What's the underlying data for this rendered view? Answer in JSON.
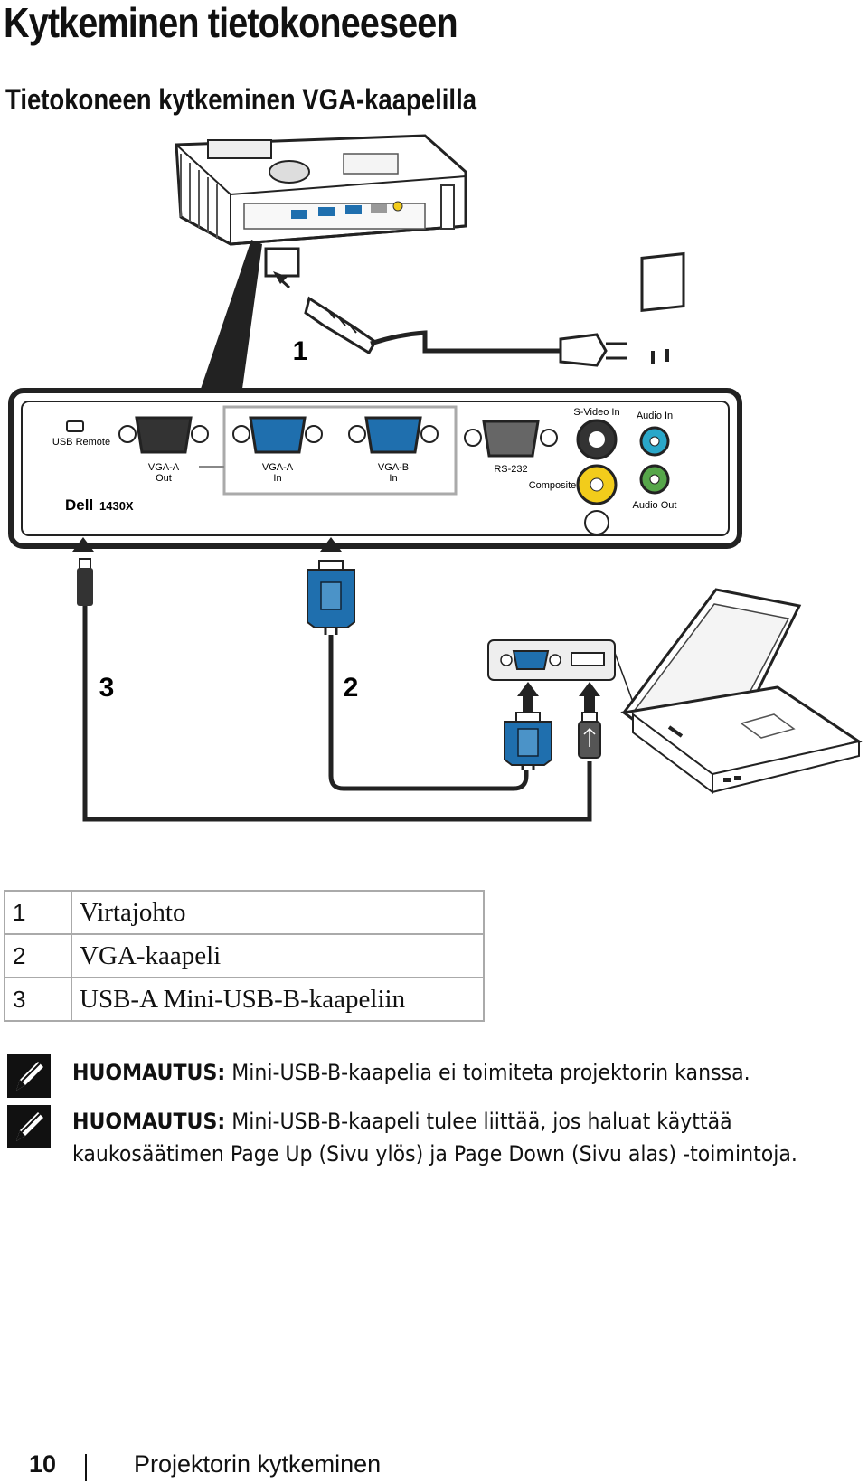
{
  "page": {
    "title": "Kytkeminen tietokoneeseen",
    "subtitle": "Tietokoneen kytkeminen VGA-kaapelilla"
  },
  "diagram": {
    "callouts": [
      "1",
      "2",
      "3"
    ],
    "projector_brand": "Dell",
    "projector_model": "1430X",
    "ports": {
      "usb_remote": "USB Remote",
      "vga_a_out_line1": "VGA-A",
      "vga_a_out_line2": "Out",
      "vga_a_in_line1": "VGA-A",
      "vga_a_in_line2": "In",
      "vga_b_in_line1": "VGA-B",
      "vga_b_in_line2": "In",
      "rs232": "RS-232",
      "s_video_in": "S-Video In",
      "audio_in": "Audio In",
      "composite": "Composite",
      "audio_out": "Audio Out"
    }
  },
  "legend": [
    {
      "num": "1",
      "label": "Virtajohto"
    },
    {
      "num": "2",
      "label": "VGA-kaapeli"
    },
    {
      "num": "3",
      "label": "USB-A Mini-USB-B-kaapeliin"
    }
  ],
  "notes": [
    {
      "label": "HUOMAUTUS:",
      "line1": " Mini-USB-B-kaapelia ei toimiteta projektorin kanssa.",
      "line2": ""
    },
    {
      "label": "HUOMAUTUS:",
      "line1": " Mini-USB-B-kaapeli tulee liittää, jos haluat käyttää",
      "line2": "kaukosäätimen Page Up (Sivu ylös) ja Page Down (Sivu alas) -toimintoja."
    }
  ],
  "footer": {
    "page_number": "10",
    "section": "Projektorin kytkeminen"
  },
  "colors": {
    "vga_blue": "#1f6fae",
    "svideo_black": "#333333",
    "audio_in_cyan": "#2aa7c9",
    "composite_yellow": "#f2cc1b",
    "audio_out_green": "#56a64a"
  }
}
